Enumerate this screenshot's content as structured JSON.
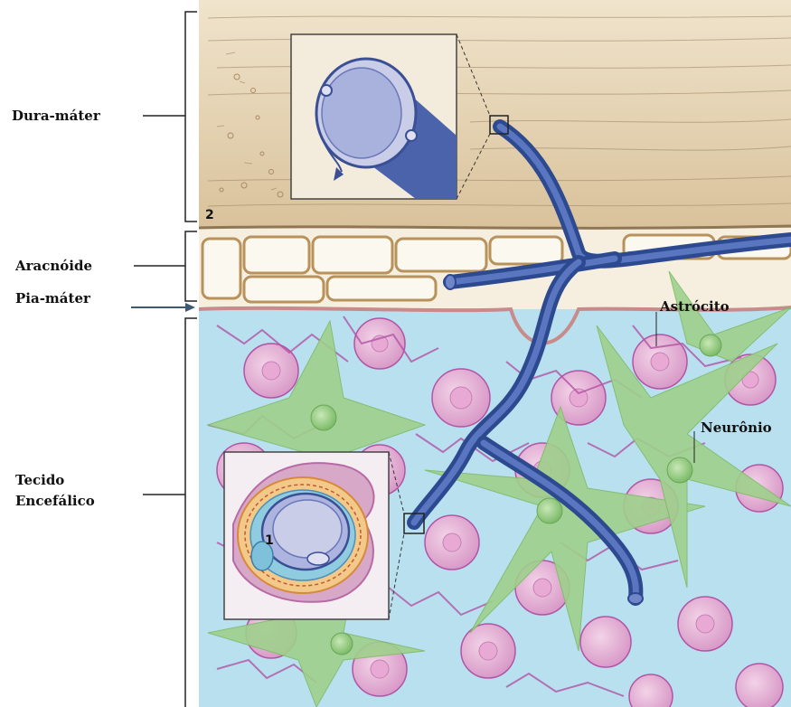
{
  "labels": {
    "dura_mater": "Dura-máter",
    "aracnoide": "Aracnóide",
    "pia_mater": "Pia-máter",
    "tecido_line1": "Tecido",
    "tecido_line2": "Encefálico",
    "astrocito": "Astrócito",
    "neuronio": "Neurônio"
  },
  "markers": {
    "one": "1",
    "two": "2"
  },
  "colors": {
    "dura": "#e4d2b4",
    "arachnoid_cell": "#fbf7ee",
    "arachnoid_wall": "#b8925a",
    "pia": "#c98a8a",
    "tissue_blue": "#b8e0ee",
    "astrocyte_pink": "#e2b6d8",
    "astro_process": "#b254a6",
    "neuron_green": "#9fd08c",
    "vessel": "#3e5ea6",
    "vessel_light": "#6f86c8"
  }
}
